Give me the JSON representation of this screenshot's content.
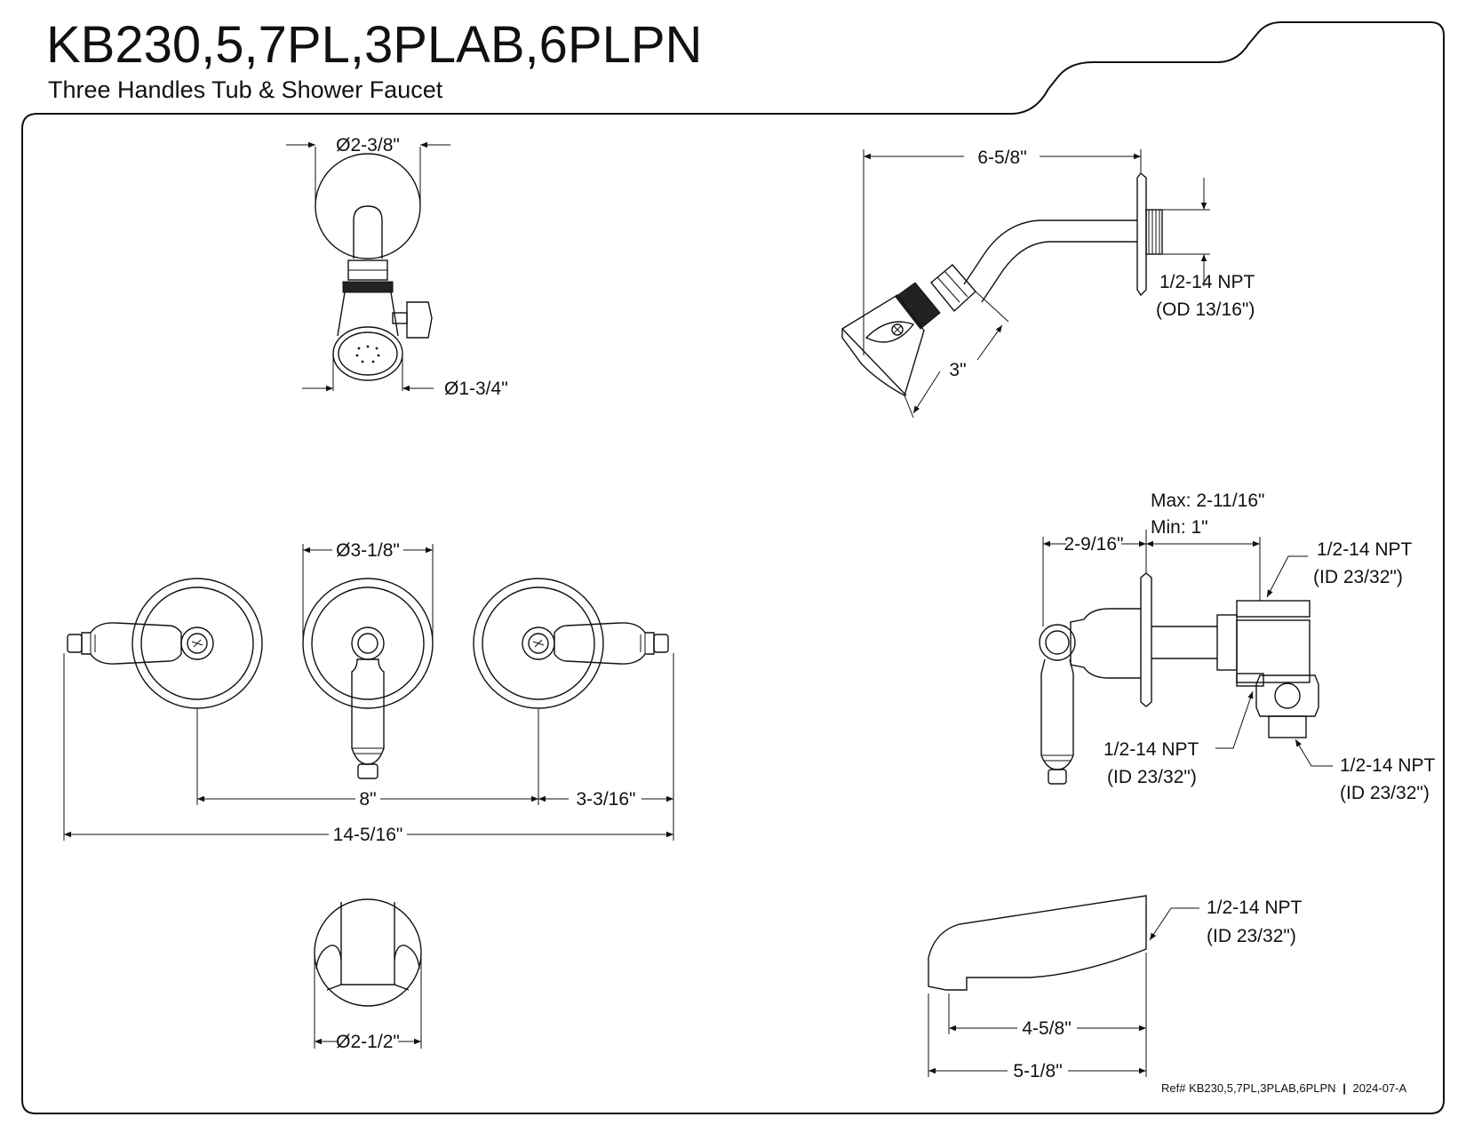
{
  "header": {
    "title": "KB230,5,7PL,3PLAB,6PLPN",
    "subtitle": "Three Handles Tub & Shower Faucet"
  },
  "dimensions": {
    "showerhead_flange_dia": "Ø2-3/8\"",
    "showerhead_face_dia": "Ø1-3/4\"",
    "shower_arm_length": "6-5/8\"",
    "showerhead_length": "3\"",
    "shower_arm_thread_line1": "1/2-14 NPT",
    "shower_arm_thread_line2": "(OD 13/16\")",
    "handle_flange_dia": "Ø3-1/8\"",
    "handle_center_spacing": "8\"",
    "handle_side_extent": "3-3/16\"",
    "overall_width": "14-5/16\"",
    "valve_depth_max": "Max: 2-11/16\"",
    "valve_depth_min": "Min: 1\"",
    "handle_projection": "2-9/16\"",
    "valve_top_port_line1": "1/2-14 NPT",
    "valve_top_port_line2": "(ID 23/32\")",
    "valve_left_port_line1": "1/2-14 NPT",
    "valve_left_port_line2": "(ID 23/32\")",
    "valve_bottom_port_line1": "1/2-14 NPT",
    "valve_bottom_port_line2": "(ID 23/32\")",
    "spout_front_dia": "Ø2-1/2\"",
    "spout_thread_line1": "1/2-14 NPT",
    "spout_thread_line2": "(ID 23/32\")",
    "spout_reach": "4-5/8\"",
    "spout_length": "5-1/8\""
  },
  "footer": {
    "ref_label": "Ref# KB230,5,7PL,3PLAB,6PLPN",
    "separator": "|",
    "revision": "2024-07-A"
  }
}
